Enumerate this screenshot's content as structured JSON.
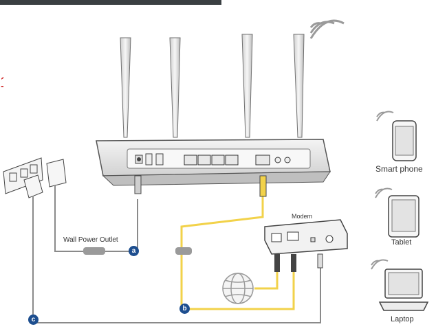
{
  "labels": {
    "wall_power_outlet": "Wall Power Outlet",
    "modem": "Modem",
    "smart_phone": "Smart phone",
    "tablet": "Tablet",
    "laptop": "Laptop"
  },
  "badges": {
    "a": "a",
    "b": "b",
    "c": "c"
  },
  "colors": {
    "ethernet_cable": "#f2d24a",
    "power_cable": "#8a8a8a",
    "badge": "#1d4e8f",
    "device_outline": "#555555",
    "accent_red": "#cc1111"
  },
  "icons": {
    "wifi": "wifi-icon",
    "globe": "globe-icon",
    "router": "router-icon",
    "modem": "modem-icon",
    "phone": "smartphone-icon",
    "tablet": "tablet-icon",
    "laptop": "laptop-icon",
    "outlet": "power-outlet-icon",
    "adapter": "power-adapter-icon"
  }
}
